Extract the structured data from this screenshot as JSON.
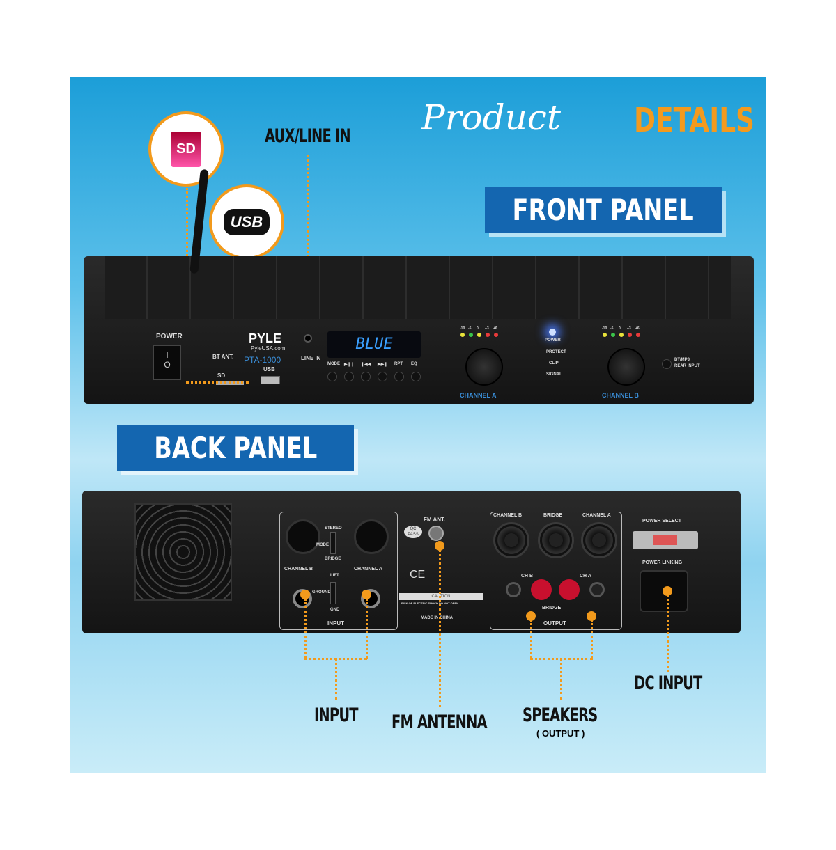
{
  "header": {
    "title_script": "Product",
    "title_bold": "DETAILS"
  },
  "banners": {
    "front": "FRONT PANEL",
    "back": "BACK PANEL"
  },
  "callouts": {
    "aux": "AUX/LINE IN",
    "sd": "SD",
    "usb": "USB",
    "input": "INPUT",
    "fm": "FM ANTENNA",
    "speakers": "SPEAKERS",
    "speakers_sub": "( OUTPUT )",
    "dc": "DC INPUT"
  },
  "front": {
    "power": "POWER",
    "brand": "PYLE",
    "site": "PyleUSA.com",
    "model": "PTA-1000",
    "ant": "BT ANT.",
    "line_in": "LINE IN",
    "sd": "SD",
    "usb": "USB",
    "display": "BLUE",
    "buttons": [
      "MODE",
      "▶❙❙",
      "❙◀◀",
      "▶▶❙",
      "RPT",
      "EQ"
    ],
    "meter": [
      "-10",
      "-5",
      "0",
      "+3",
      "+6"
    ],
    "channel_a": "CHANNEL A",
    "channel_b": "CHANNEL B",
    "status": {
      "power": "POWER",
      "protect": "PROTECT",
      "clip": "CLIP",
      "signal": "SIGNAL"
    },
    "bt_switch": [
      "BT/MP3",
      "REAR INPUT"
    ]
  },
  "back": {
    "stereo": "STEREO",
    "mode": "MODE",
    "bridge": "BRIDGE",
    "channel_b": "CHANNEL B",
    "channel_a": "CHANNEL A",
    "lift": "LIFT",
    "ground": "GROUND",
    "gnd": "GND",
    "input": "INPUT",
    "fm_ant": "FM ANT.",
    "qc": "QC PASS",
    "ce": "CE",
    "caution": "CAUTION",
    "caution_text": "RISK OF ELECTRIC SHOCK DO NOT OPEN",
    "made_in": "MADE IN CHINA",
    "out_channel_b": "CHANNEL B",
    "out_bridge": "BRIDGE",
    "out_channel_a": "CHANNEL A",
    "ch_b": "CH B",
    "ch_a": "CH A",
    "bridge_label": "BRIDGE",
    "output": "OUTPUT",
    "power_select": "POWER SELECT",
    "power_linking": "POWER LINKING"
  },
  "colors": {
    "accent": "#f29a1c",
    "banner": "#1466b0",
    "display": "#3aa0ff"
  }
}
